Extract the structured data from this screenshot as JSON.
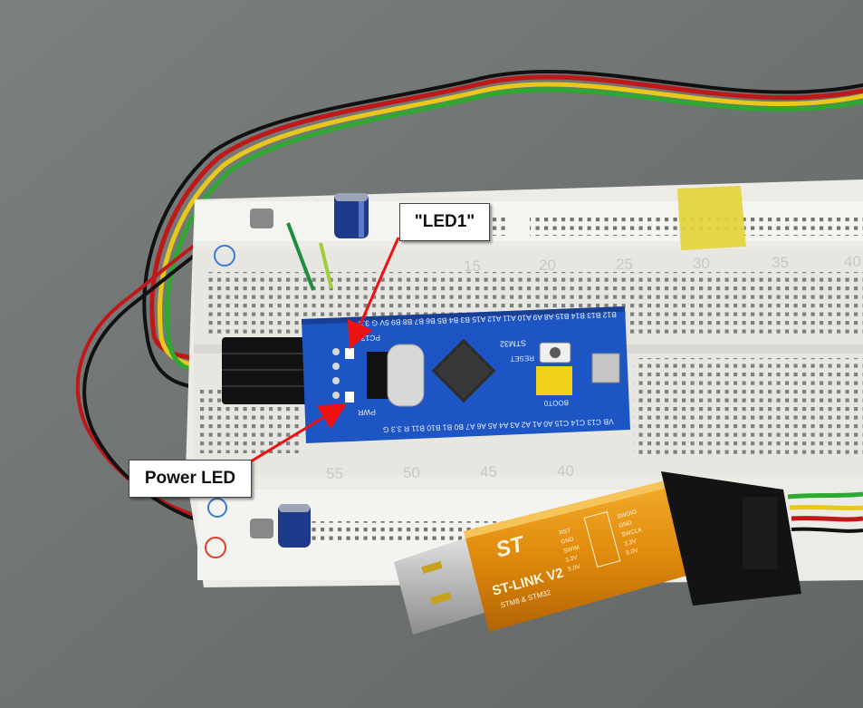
{
  "annotations": {
    "led1_label": "\"LED1\"",
    "power_led_label": "Power LED",
    "arrow_color": "#ee1111"
  },
  "board": {
    "top_pins": "B12 B13 B14 B15 A8 A9 A10 A11 A12 A15 B3 B4 B5 B6 B7 B8 B9 5V G 3.3",
    "bottom_pins": "VB C13 C14 C15 A0 A1 A2 A3 A4 A5 A6 A7 B0 B1 B10 B11 R 3.3 G",
    "mcu_label": "STM32",
    "led_label": "PC13",
    "pwr_label": "PWR",
    "reset_label": "RESET",
    "boot_label": "BOOT0",
    "color": "#1d55c4"
  },
  "breadboard": {
    "column_numbers": [
      "15",
      "20",
      "25",
      "30",
      "35",
      "40"
    ],
    "bottom_numbers": [
      "55",
      "50",
      "45",
      "40"
    ],
    "rail_marks": [
      "-",
      "+",
      "-",
      "+"
    ]
  },
  "programmer": {
    "brand": "ST",
    "name": "ST-LINK V2",
    "subtitle": "STM8 & STM32",
    "pins_left": [
      "RST",
      "GND",
      "SWIM",
      "3.3V",
      "5.0V"
    ],
    "pins_right": [
      "SWDIO",
      "GND",
      "SWCLK",
      "3.3V",
      "5.0V"
    ],
    "color": "#e4900e"
  },
  "wires": {
    "colors": [
      "#c01818",
      "#111111",
      "#e8c81a",
      "#2da830"
    ]
  }
}
